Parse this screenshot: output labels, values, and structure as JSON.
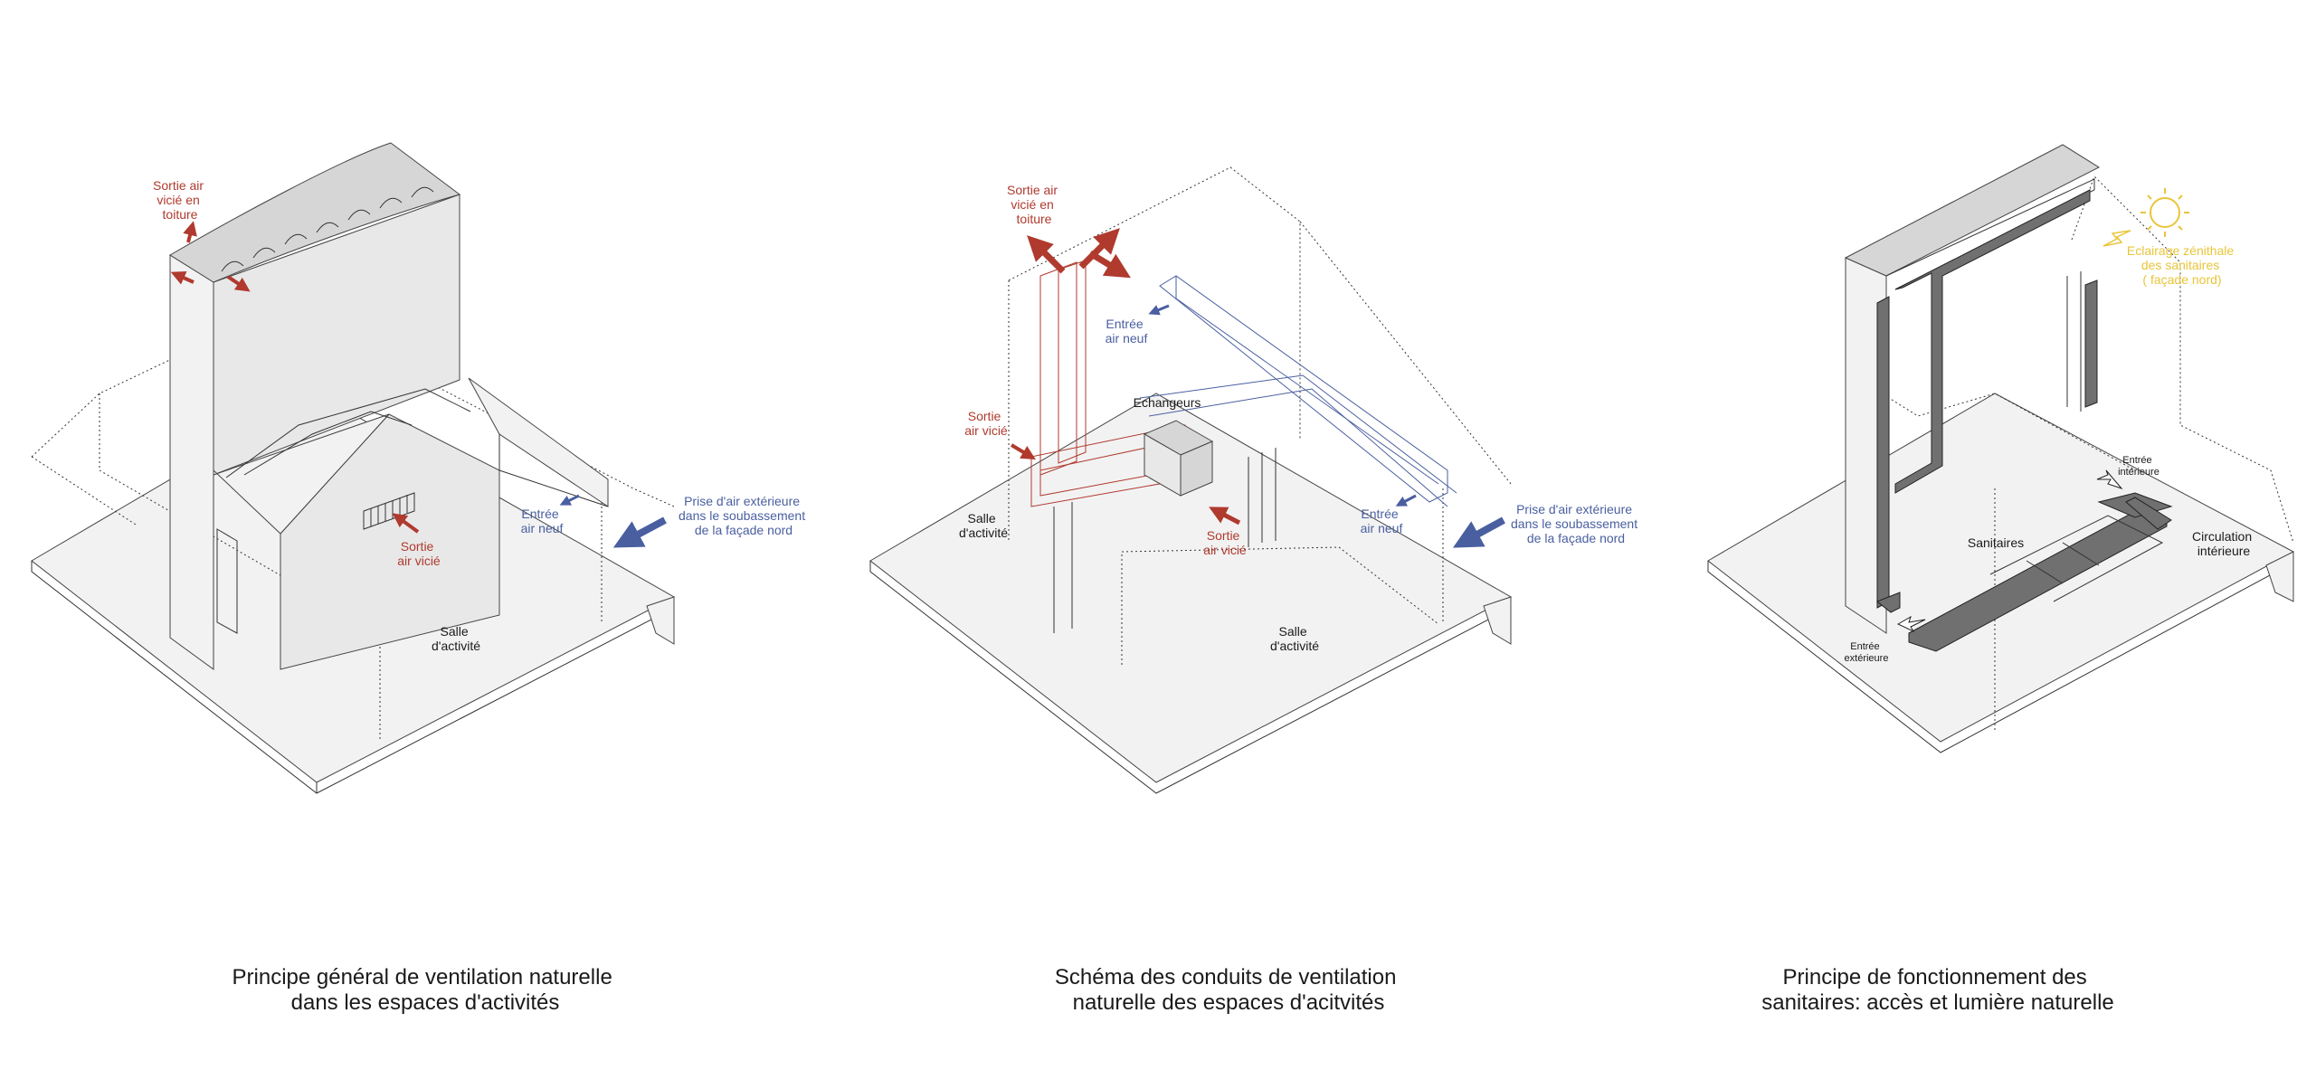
{
  "colors": {
    "extract": "#b03a2e",
    "supply": "#4a5fa0",
    "light": "#e8c53a",
    "ink": "#1a1a1a"
  },
  "diagram1": {
    "caption_line1": "Principe général  de ventilation naturelle",
    "caption_line2": "dans les espaces d'activités",
    "sortie_toiture": [
      "Sortie air",
      "vicié en",
      "toiture"
    ],
    "entree_air_neuf": [
      "Entrée",
      "air neuf"
    ],
    "sortie_air_vicie": [
      "Sortie",
      "air vicié"
    ],
    "prise_air": [
      "Prise d'air extérieure",
      "dans le soubassement",
      "de la façade nord"
    ],
    "salle": [
      "Salle",
      "d'activité"
    ]
  },
  "diagram2": {
    "caption_line1": "Schéma des conduits de ventilation",
    "caption_line2": "naturelle des espaces d'acitvités",
    "sortie_toiture": [
      "Sortie air",
      "vicié en",
      "toiture"
    ],
    "entree_air_neuf_top": [
      "Entrée",
      "air neuf"
    ],
    "echangeurs": "Echangeurs",
    "sortie_vicie_left": [
      "Sortie",
      "air vicié"
    ],
    "salle_left": [
      "Salle",
      "d'activité"
    ],
    "sortie_vicie_center": [
      "Sortie",
      "air vicié"
    ],
    "entree_air_neuf_right": [
      "Entrée",
      "air neuf"
    ],
    "prise_air": [
      "Prise d'air extérieure",
      "dans le soubassement",
      "de la façade nord"
    ],
    "salle_center": [
      "Salle",
      "d'activité"
    ]
  },
  "diagram3": {
    "caption_line1": "Principe de fonctionnement des",
    "caption_line2": "sanitaires: accès et lumière naturelle",
    "eclairage": [
      "Eclairage zénithale",
      "des sanitaires",
      "( façade nord)"
    ],
    "entree_interieure": [
      "Entrée",
      "intérieure"
    ],
    "circulation": [
      "Circulation",
      "intérieure"
    ],
    "sanitaires": "Sanitaires",
    "entree_exterieure": [
      "Entrée",
      "extérieure"
    ]
  }
}
